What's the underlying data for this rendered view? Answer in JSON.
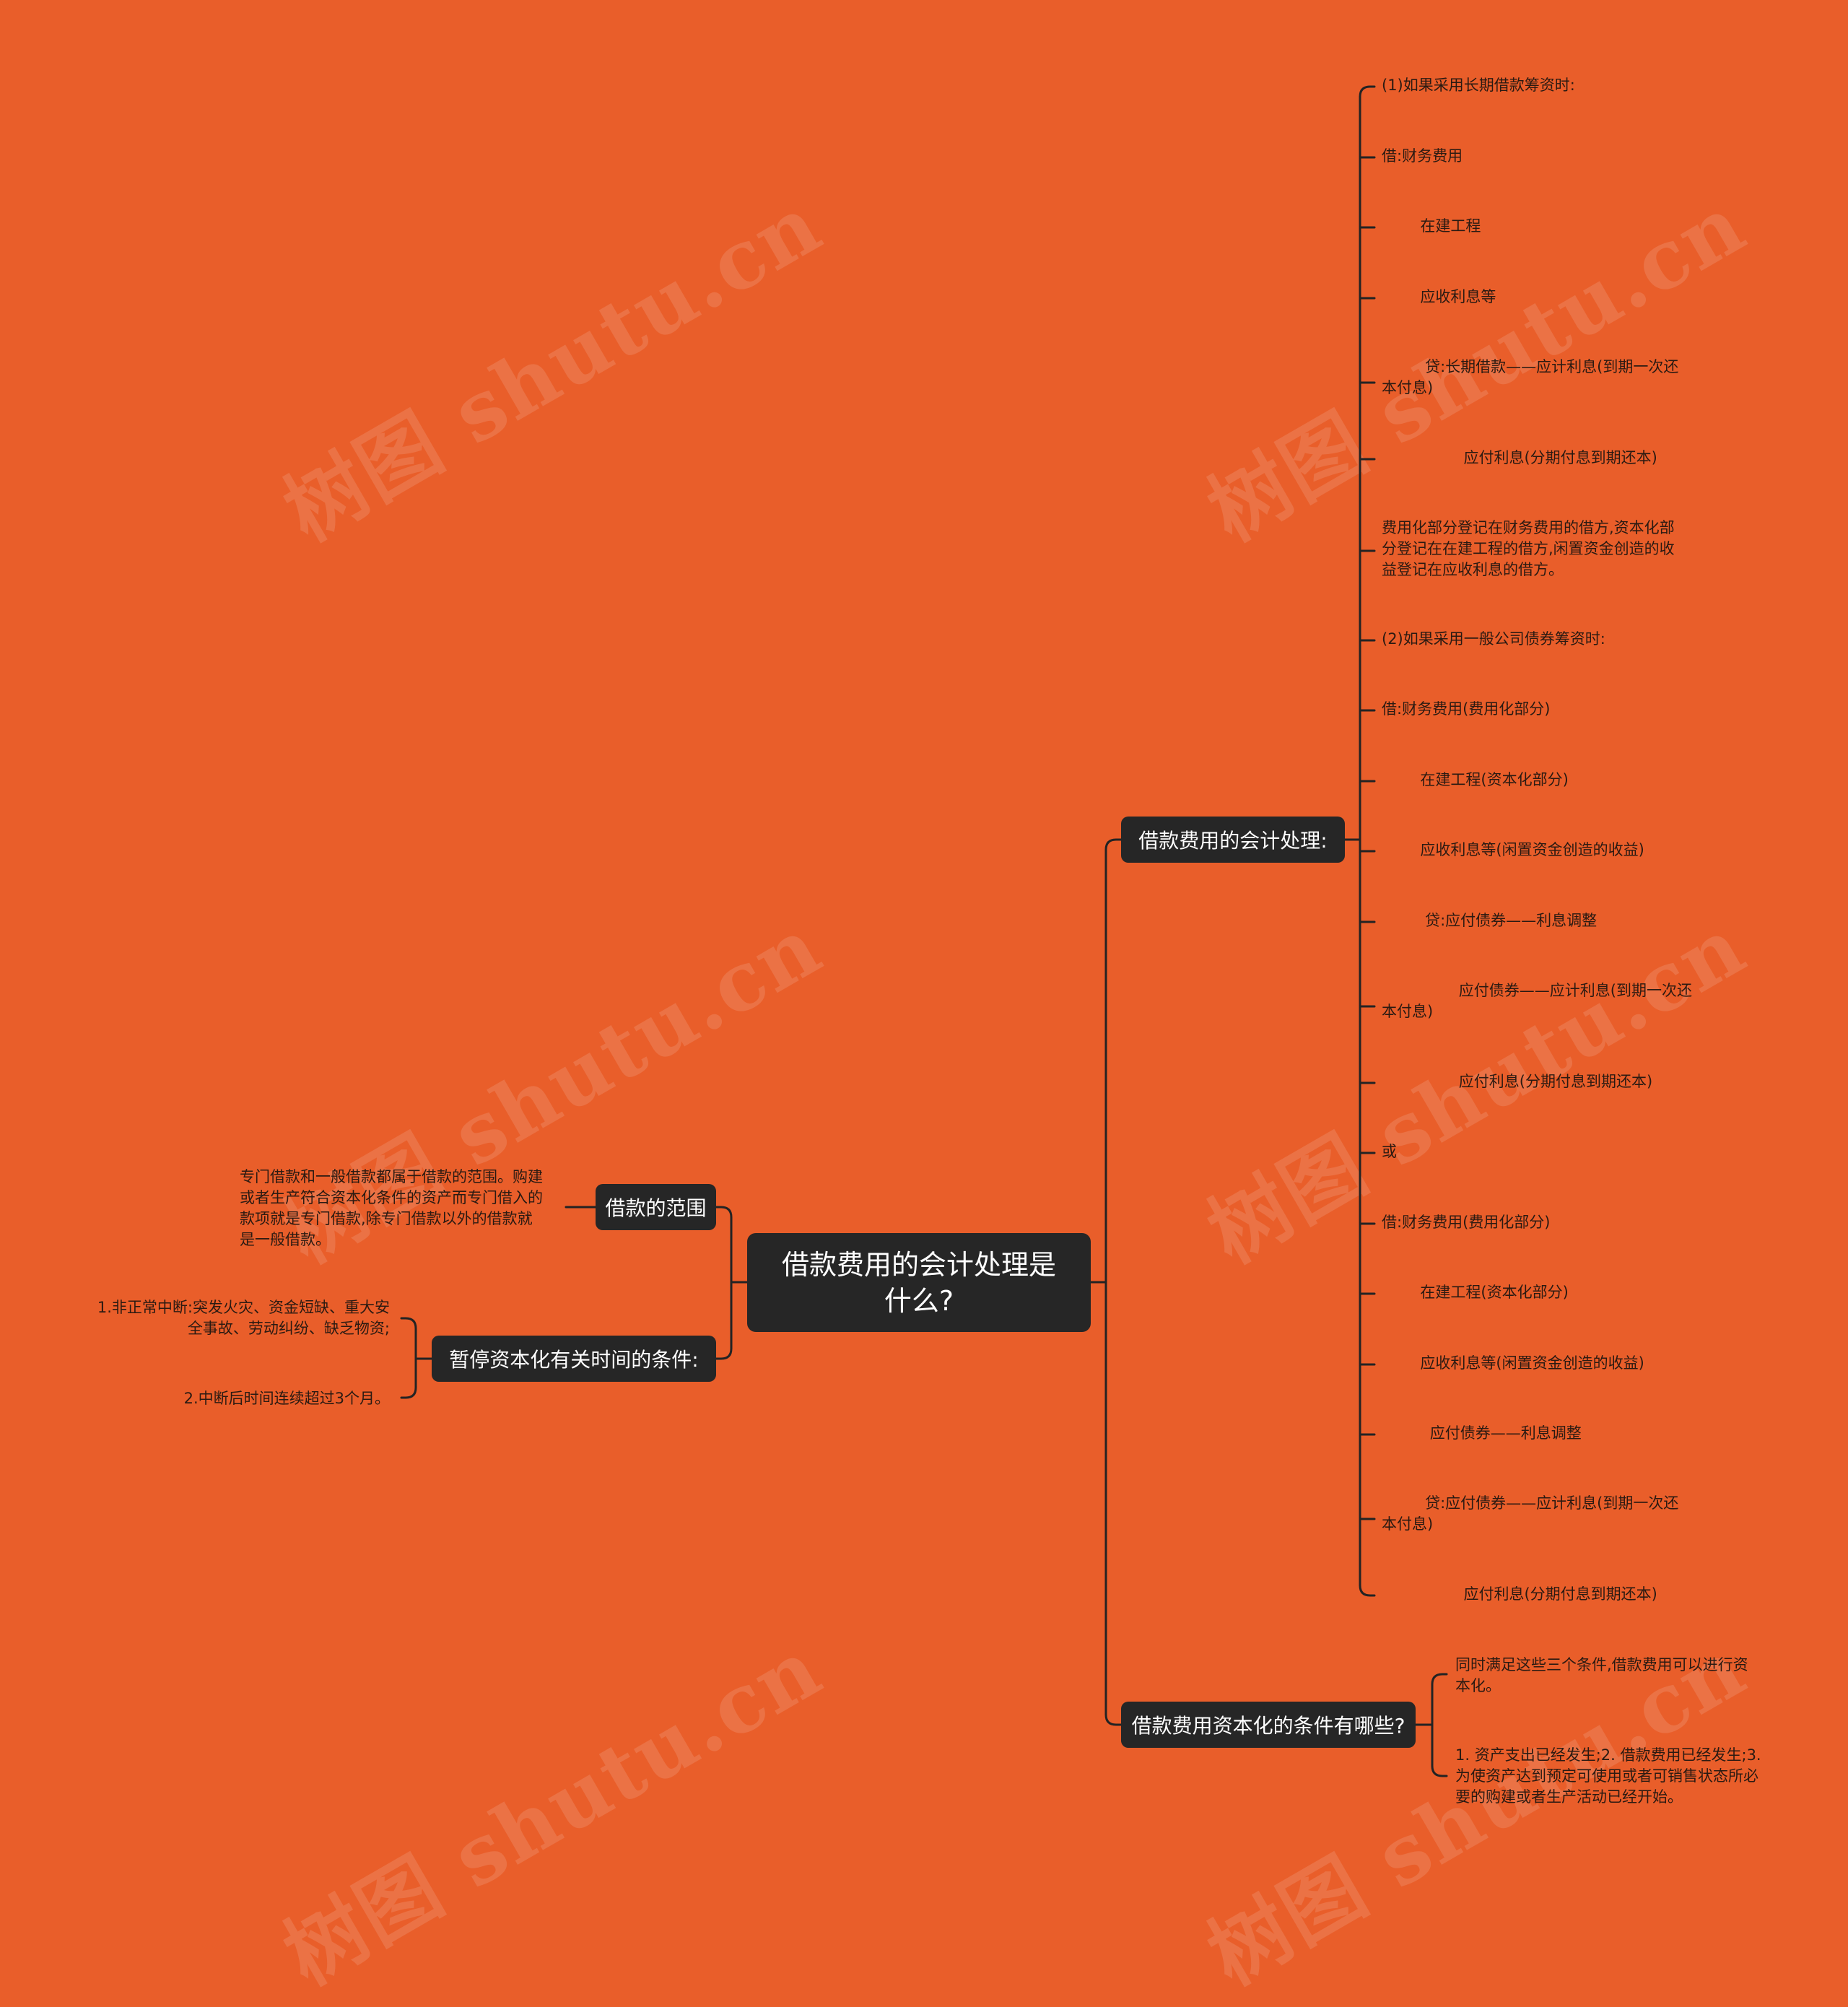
{
  "watermark": "树图 shutu.cn",
  "colors": {
    "background": "#e95e2a",
    "node_fill": "#262626",
    "node_text": "#ffffff",
    "line": "#232323",
    "leaf_text": "#2a1a12"
  },
  "root": {
    "label": "借款费用的会计处理是什么?"
  },
  "branches": {
    "accounting": {
      "label": "借款费用的会计处理:",
      "items": [
        "(1)如果采用长期借款筹资时:",
        "借:财务费用",
        "        在建工程",
        "        应收利息等",
        "         贷:长期借款——应计利息(到期一次还\n本付息)",
        "                 应付利息(分期付息到期还本)",
        "费用化部分登记在财务费用的借方,资本化部\n分登记在在建工程的借方,闲置资金创造的收\n益登记在应收利息的借方。",
        "(2)如果采用一般公司债券筹资时:",
        "借:财务费用(费用化部分)",
        "        在建工程(资本化部分)",
        "        应收利息等(闲置资金创造的收益)",
        "         贷:应付债券——利息调整",
        "                应付债券——应计利息(到期一次还\n本付息)",
        "                应付利息(分期付息到期还本)",
        "或",
        "借:财务费用(费用化部分)",
        "        在建工程(资本化部分)",
        "        应收利息等(闲置资金创造的收益)",
        "          应付债券——利息调整",
        "         贷:应付债券——应计利息(到期一次还\n本付息)",
        "                 应付利息(分期付息到期还本)"
      ]
    },
    "conditions": {
      "label": "借款费用资本化的条件有哪些?",
      "items": [
        "同时满足这些三个条件,借款费用可以进行资\n本化。",
        "1. 资产支出已经发生;2. 借款费用已经发生;3.\n为使资产达到预定可使用或者可销售状态所必\n要的购建或者生产活动已经开始。"
      ]
    },
    "scope": {
      "label": "借款的范围",
      "items": [
        "专门借款和一般借款都属于借款的范围。购建\n或者生产符合资本化条件的资产而专门借入的\n款项就是专门借款,除专门借款以外的借款就\n是一般借款。"
      ]
    },
    "suspension": {
      "label": "暂停资本化有关时间的条件:",
      "items": [
        "1.非正常中断:突发火灾、资金短缺、重大安\n全事故、劳动纠纷、缺乏物资;",
        "2.中断后时间连续超过3个月。"
      ]
    }
  }
}
